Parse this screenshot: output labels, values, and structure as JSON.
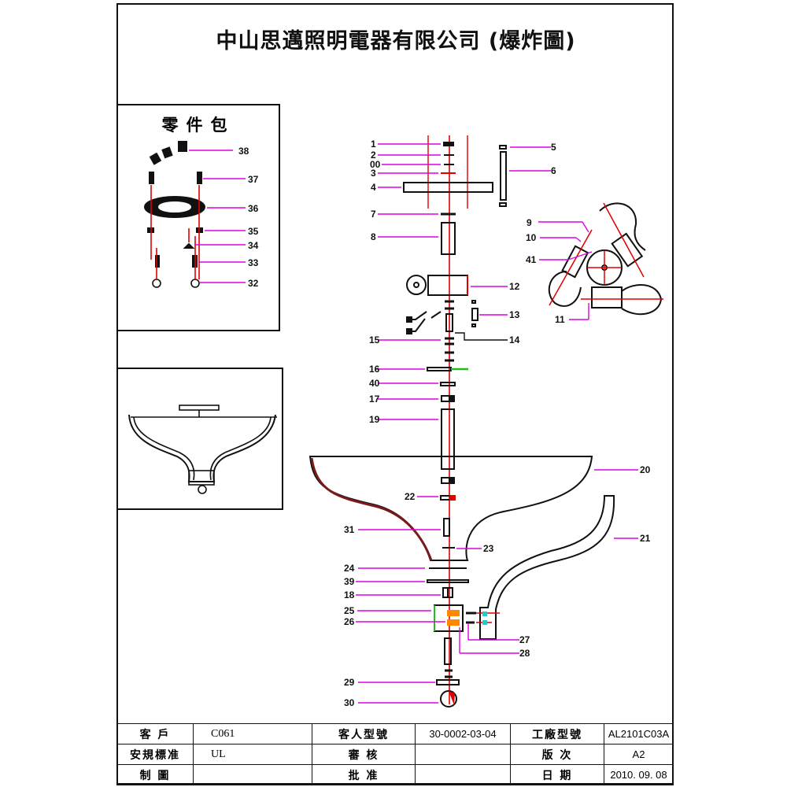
{
  "title": "中山思邁照明電器有限公司 (爆炸圖)",
  "parts_pack": {
    "title": "零件包",
    "labels": [
      "38",
      "37",
      "36",
      "35",
      "34",
      "33",
      "32"
    ]
  },
  "callouts": {
    "left": [
      "1",
      "2",
      "00",
      "3",
      "4",
      "7",
      "8",
      "15",
      "16",
      "40",
      "17",
      "19",
      "22",
      "31",
      "24",
      "39",
      "18",
      "25",
      "26",
      "29",
      "30"
    ],
    "right": [
      "5",
      "6",
      "9",
      "10",
      "41",
      "11",
      "12",
      "13",
      "14",
      "20",
      "21",
      "23",
      "27",
      "28"
    ]
  },
  "colors": {
    "leader": "#e000e0",
    "centerline": "#e00000",
    "outline": "#111111",
    "highlight_green": "#22bb22",
    "highlight_orange": "#ff8800",
    "highlight_cyan": "#22cccc"
  },
  "title_block": {
    "rows": [
      {
        "h1": "客 戶",
        "v1": "C061",
        "h2": "客人型號",
        "v2": "30-0002-03-04",
        "h3": "工廠型號",
        "v3": "AL2101C03A"
      },
      {
        "h1": "安規標准",
        "v1": "UL",
        "h2": "審 核",
        "v2": "",
        "h3": "版 次",
        "v3": "A2"
      },
      {
        "h1": "制 圖",
        "v1": "",
        "h2": "批 准",
        "v2": "",
        "h3": "日 期",
        "v3": "2010. 09. 08"
      }
    ]
  }
}
